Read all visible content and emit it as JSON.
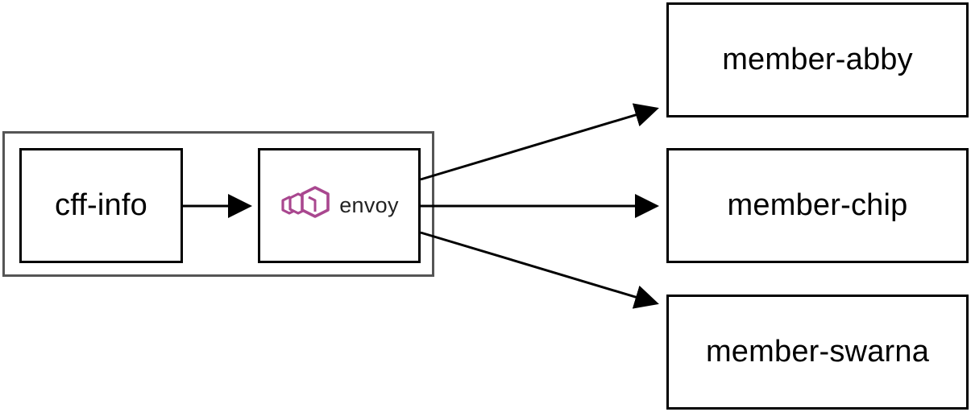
{
  "nodes": {
    "cff_info": "cff-info",
    "envoy": "envoy",
    "member_abby": "member-abby",
    "member_chip": "member-chip",
    "member_swarna": "member-swarna"
  },
  "icons": {
    "envoy_logo": "envoy-hexagon-logo"
  },
  "colors": {
    "stroke": "#000000",
    "pod_border": "#555555",
    "envoy_brand": "#a9478f"
  }
}
